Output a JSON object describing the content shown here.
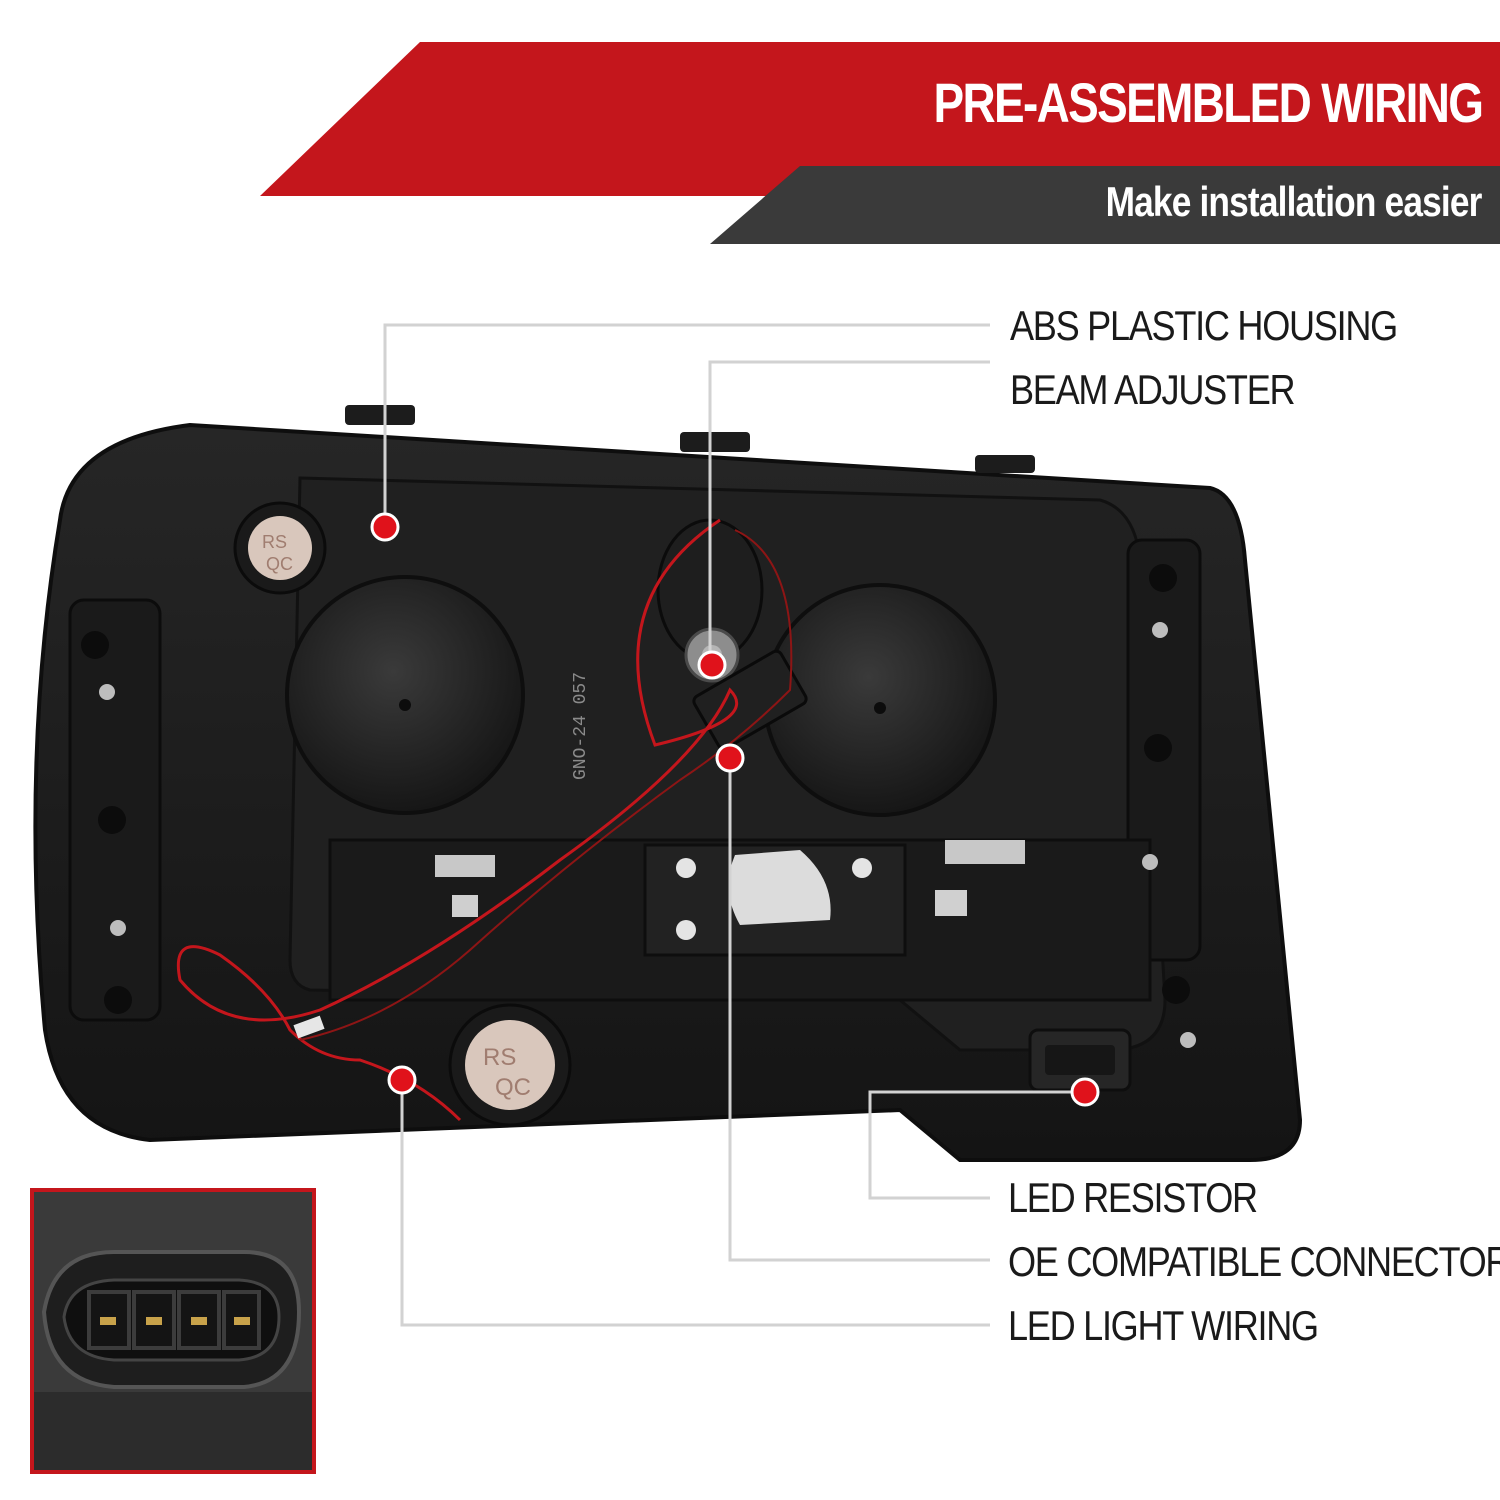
{
  "banner": {
    "title": "PRE-ASSEMBLED WIRING",
    "subtitle": "Make installation easier",
    "colors": {
      "red": "#c4161c",
      "dark": "#3a3a3a"
    }
  },
  "callouts": {
    "abs_housing": "ABS PLASTIC HOUSING",
    "beam_adjuster": "BEAM ADJUSTER",
    "led_resistor": "LED RESISTOR",
    "oe_connector": "OE COMPATIBLE CONNECTOR",
    "led_wiring": "LED LIGHT WIRING"
  },
  "stamp_text": "RS QC",
  "colors": {
    "marker": "#e0121b",
    "leader": "#d2d2d2",
    "housing": "#1c1c1c"
  }
}
